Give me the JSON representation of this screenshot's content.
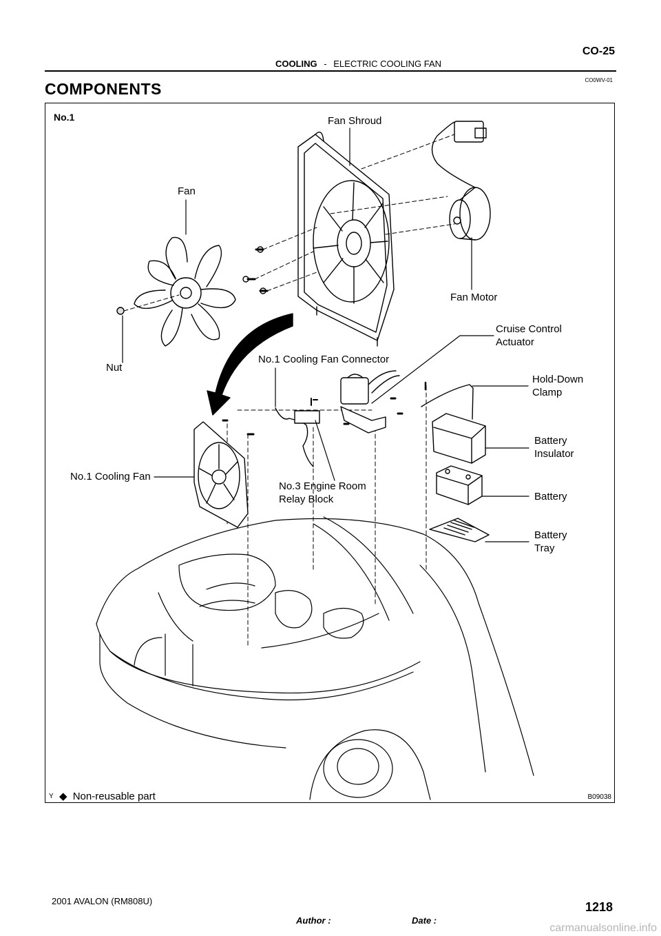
{
  "header": {
    "section": "COOLING",
    "separator": "-",
    "subsection": "ELECTRIC COOLING FAN",
    "page_code": "CO-25",
    "doc_code": "CO0WV-01"
  },
  "title": "COMPONENTS",
  "figure": {
    "variant_label": "No.1",
    "figure_code": "B09038",
    "corner_mark": "Y",
    "legend_symbol": "◆",
    "legend_text": "Non-reusable part",
    "callouts": {
      "fan_shroud": "Fan Shroud",
      "fan": "Fan",
      "fan_motor": "Fan Motor",
      "nut": "Nut",
      "cruise_control_line1": "Cruise Control",
      "cruise_control_line2": "Actuator",
      "cooling_fan_connector": "No.1 Cooling Fan Connector",
      "hold_down_line1": "Hold-Down",
      "hold_down_line2": "Clamp",
      "battery_insulator_line1": "Battery",
      "battery_insulator_line2": "Insulator",
      "cooling_fan": "No.1 Cooling Fan",
      "relay_block_line1": "No.3 Engine Room",
      "relay_block_line2": "Relay Block",
      "battery": "Battery",
      "battery_tray_line1": "Battery",
      "battery_tray_line2": "Tray"
    }
  },
  "footer": {
    "model": "2001 AVALON   (RM808U)",
    "page_number": "1218",
    "author_label": "Author :",
    "date_label": "Date :",
    "watermark": "carmanualsonline.info"
  }
}
